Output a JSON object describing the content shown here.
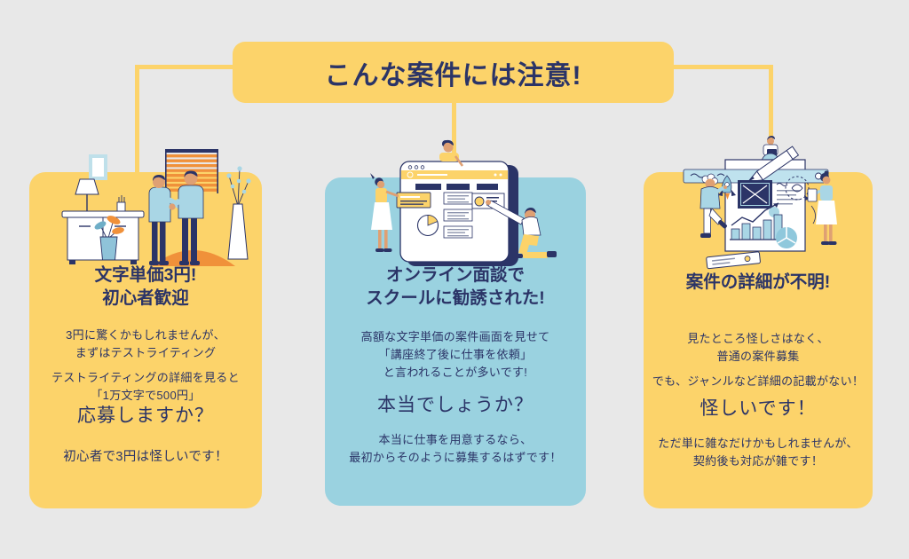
{
  "page": {
    "background": "#E8E8E8"
  },
  "colors": {
    "accent_yellow": "#FCD36A",
    "navy_text": "#2B3467",
    "card_blue": "#9AD2E0",
    "orange": "#F0913A",
    "light_blue": "#A9D6E5",
    "skin": "#DFA073",
    "white": "#FFFFFF"
  },
  "banner": {
    "title": "こんな案件には注意!"
  },
  "cards": [
    {
      "illustration": "office-handshake-illustration",
      "heading": "文字単価3円!\n初心者歓迎",
      "body1": "3円に驚くかもしれませんが、\nまずはテストライティング",
      "body2": "テストライティングの詳細を見ると\n「1万文字で500円」",
      "emphasis": "応募しますか？",
      "footer": "初心者で3円は怪しいです！"
    },
    {
      "illustration": "online-meeting-dashboard-illustration",
      "heading": "オンライン面談で\nスクールに勧誘された!",
      "body1": "高額な文字単価の案件画面を見せて\n「講座終了後に仕事を依頼」\nと言われることが多いです!",
      "emphasis": "本当でしょうか？",
      "footer": "本当に仕事を用意するなら、\n最初からそのように募集するはずです！"
    },
    {
      "illustration": "project-details-analytics-illustration",
      "heading": "案件の詳細が不明!",
      "body1": "見たところ怪しさはなく、\n普通の案件募集",
      "body2": "でも、ジャンルなど詳細の記載がない！",
      "emphasis": "怪しいです！",
      "footer": "ただ単に雑なだけかもしれませんが、\n契約後も対応が雑です！"
    }
  ]
}
